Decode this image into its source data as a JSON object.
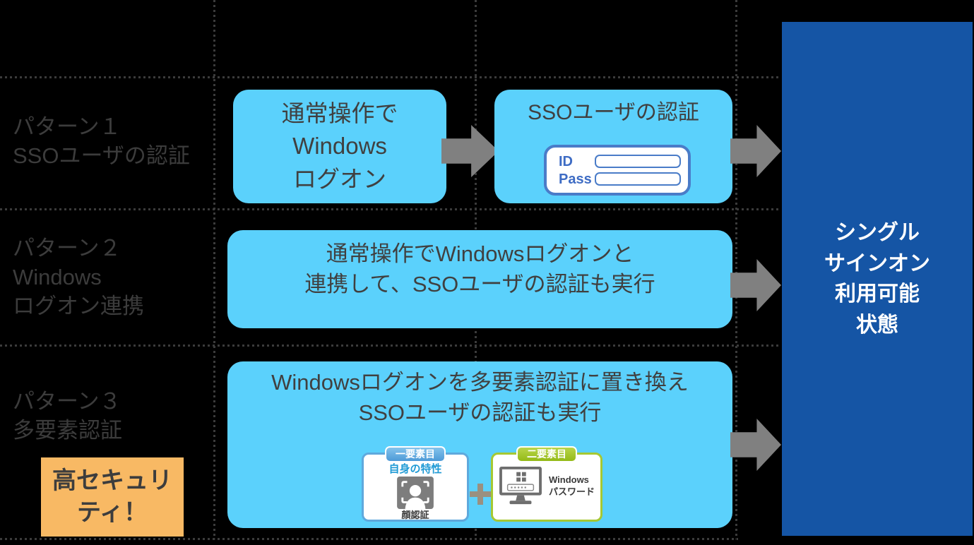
{
  "pattern1": {
    "label_line1": "パターン１",
    "label_line2": "SSOユーザの認証",
    "box1_line1": "通常操作で",
    "box1_line2": "Windows",
    "box1_line3": "ログオン",
    "box2_title": "SSOユーザの認証",
    "form": {
      "id_label": "ID",
      "pass_label": "Pass"
    }
  },
  "pattern2": {
    "label_line1": "パターン２",
    "label_line2": "Windows",
    "label_line3": "ログオン連携",
    "box_line1": "通常操作でWindowsログオンと",
    "box_line2": "連携して、SSOユーザの認証も実行"
  },
  "pattern3": {
    "label_line1": "パターン３",
    "label_line2": "多要素認証",
    "box_line1": "Windowsログオンを多要素認証に置き換え",
    "box_line2": "SSOユーザの認証も実行",
    "factor1": {
      "badge": "一要素目",
      "subtitle": "自身の特性",
      "caption": "顔認証"
    },
    "factor2": {
      "badge": "二要素目",
      "caption_line1": "Windows",
      "caption_line2": "パスワード"
    },
    "security_note_line1": "高セキュリ",
    "security_note_line2": "ティ！"
  },
  "result_panel": {
    "line1": "シングル",
    "line2": "サインオン",
    "line3": "利用可能",
    "line4": "状態"
  },
  "icons": {
    "arrow": "block-arrow-right",
    "plus": "+",
    "face": "face-recognition-frame",
    "monitor": "windows-password-monitor"
  },
  "colors": {
    "canvas_bg": "#000000",
    "light_blue_box": "#5bd1fc",
    "result_panel_bg": "#1555a5",
    "arrow_gray": "#808080",
    "security_note_bg": "#f8b964",
    "box_text": "#404040",
    "label_text": "#3c3c3c",
    "form_border_blue": "#4a7cc8",
    "factor1_border_blue": "#5fa9dd",
    "factor2_border_green": "#a6c832",
    "grid_dots": "#3b3b3b"
  }
}
